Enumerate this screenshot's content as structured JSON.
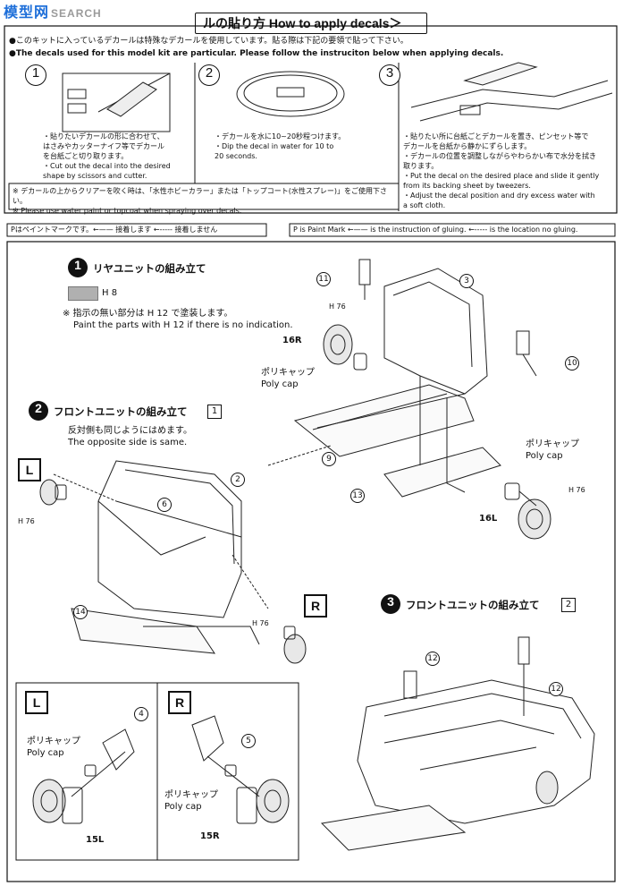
{
  "watermark": {
    "brand": "模型网",
    "sub": "SEARCH"
  },
  "decals": {
    "header": "ルの貼り方 How to apply decals＞",
    "intro_jp": "●このキットに入っているデカールは特殊なデカールを使用しています。貼る際は下記の要領で貼って下さい。",
    "intro_en": "●The decals used for this model kit are particular. Please follow the instruciton below when applying decals.",
    "steps": [
      {
        "num": "1",
        "jp1": "・貼りたいデカールの形に合わせて、",
        "jp2": "はさみやカッターナイフ等でデカール",
        "jp3": "を台紙ごと切り取ります。",
        "en1": "・Cut out the decal into the desired",
        "en2": "shape by scissors and cutter."
      },
      {
        "num": "2",
        "jp1": "・デカールを水に10~20秒程つけます。",
        "en1": "・Dip the decal in water for 10 to",
        "en2": "20 seconds."
      },
      {
        "num": "3",
        "jp1": "・貼りたい所に台紙ごとデカールを置き、ピンセット等で",
        "jp2": "デカールを台紙から静かにずらします。",
        "jp3": "・デカールの位置を調整しながらやわらかい布で水分を拭き",
        "jp4": "取ります。",
        "en1": "・Put the decal on the desired place and slide it gently",
        "en2": "from its backing sheet by tweezers.",
        "en3": "・Adjust the decal position and dry excess water with",
        "en4": "a soft cloth."
      }
    ],
    "note_jp": "※ デカールの上からクリアーを吹く時は、「水性ホビーカラー」または「トップコート(水性スプレー)」をご使用下さい。",
    "note_en": "※ Please use water paint or topcoat when spraying over decals."
  },
  "legend": {
    "jp": "Pはペイントマークです。←—— 接着します ←----- 接着しません",
    "en_p": "P is Paint Mark",
    "en_glue": "is the instruction of gluing.",
    "en_noglue": "is the location no gluing."
  },
  "section1": {
    "num": "1",
    "title": "リヤユニットの組み立て",
    "paint": "H 8",
    "note_jp": "※ 指示の無い部分は H 12 で塗装します。",
    "note_en": "Paint the parts with H 12 if there is no indication.",
    "polycap_jp": "ポリキャップ",
    "polycap_en": "Poly cap",
    "polycap2_jp": "ポリキャップ",
    "polycap2_en": "Poly cap",
    "paint_ref": "H 76",
    "parts": [
      "11",
      "3",
      "10",
      "9",
      "13"
    ],
    "r_label": "16R",
    "l_label": "16L"
  },
  "section2": {
    "num": "2",
    "title": "フロントユニットの組み立て",
    "box": "1",
    "opp_jp": "反対側も同じようにはめます。",
    "opp_en": "The opposite side is same.",
    "paint_ref": "H 76",
    "parts": [
      "2",
      "6",
      "14"
    ],
    "L": "L",
    "R": "R"
  },
  "detail_L": {
    "label": "L",
    "part": "4",
    "polycap_jp": "ポリキャップ",
    "polycap_en": "Poly cap",
    "wheel": "15L"
  },
  "detail_R": {
    "label": "R",
    "part": "5",
    "polycap_jp": "ポリキャップ",
    "polycap_en": "Poly cap",
    "wheel": "15R"
  },
  "section3": {
    "num": "3",
    "title": "フロントユニットの組み立て",
    "box": "2",
    "parts": [
      "12",
      "12"
    ]
  }
}
